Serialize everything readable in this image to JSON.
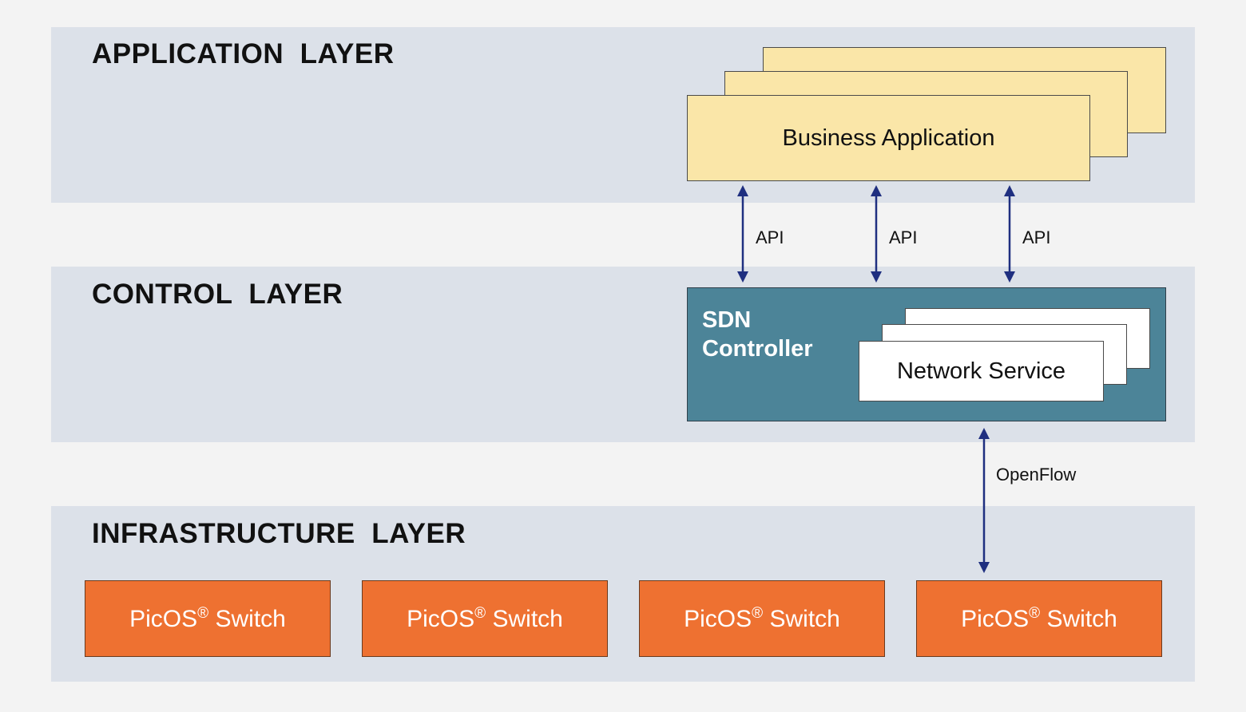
{
  "layers": {
    "application": "APPLICATION  LAYER",
    "control": "CONTROL  LAYER",
    "infrastructure": "INFRASTRUCTURE  LAYER"
  },
  "business_app": {
    "label": "Business Application"
  },
  "sdn_controller": {
    "line1": "SDN",
    "line2": "Controller"
  },
  "network_service": {
    "label": "Network Service"
  },
  "api_links": [
    "API",
    "API",
    "API"
  ],
  "openflow_label": "OpenFlow",
  "switches": [
    {
      "name": "PicOS",
      "mark": "®",
      "suffix": " Switch"
    },
    {
      "name": "PicOS",
      "mark": "®",
      "suffix": " Switch"
    },
    {
      "name": "PicOS",
      "mark": "®",
      "suffix": " Switch"
    },
    {
      "name": "PicOS",
      "mark": "®",
      "suffix": " Switch"
    }
  ],
  "colors": {
    "background": "#f3f3f3",
    "layer_band": "#dce1e9",
    "business_app": "#fae6a8",
    "sdn_controller": "#4c8498",
    "switch": "#ee7131",
    "arrow": "#1f2f80"
  }
}
